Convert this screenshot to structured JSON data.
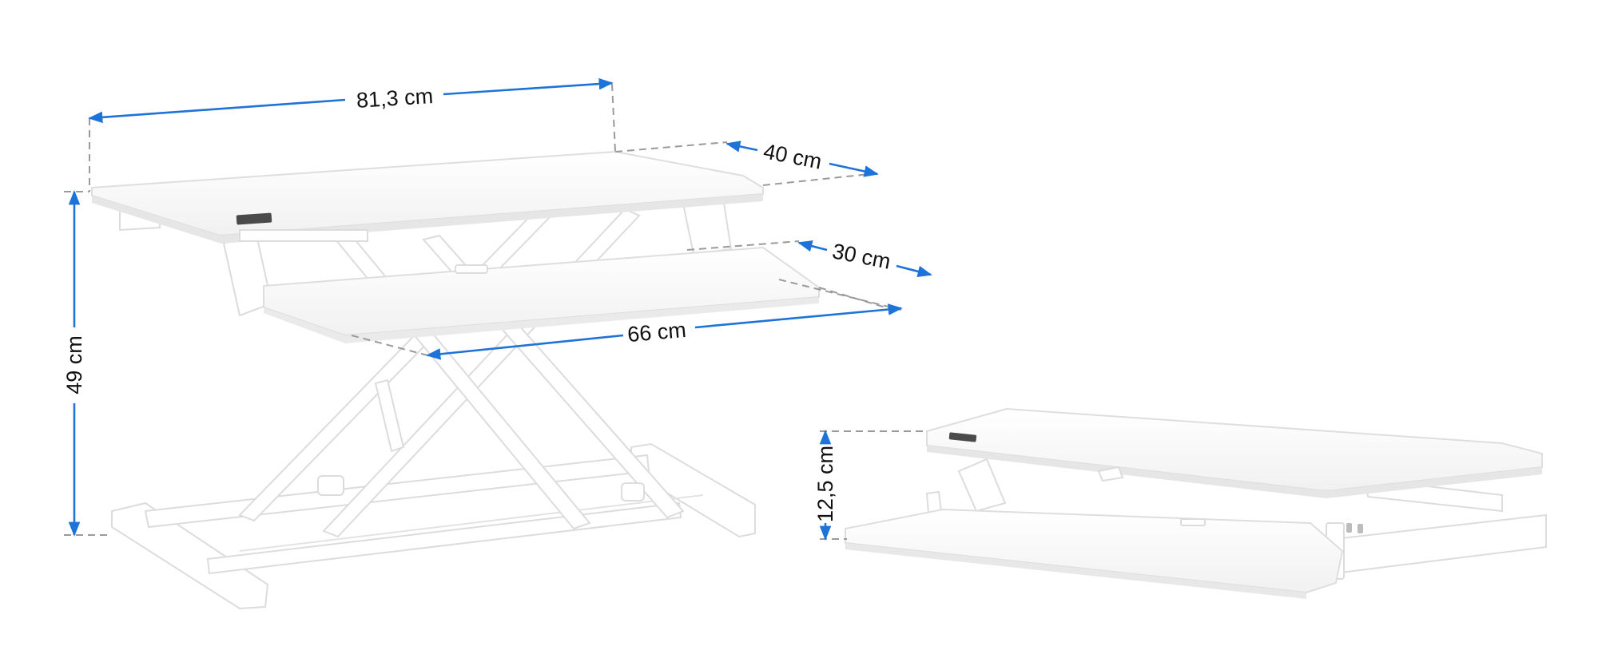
{
  "accent_color": "#1e73d8",
  "dimensions": {
    "width": "81,3 cm",
    "depth": "40 cm",
    "keyboard_depth": "30 cm",
    "keyboard_width": "66 cm",
    "height_max": "49 cm",
    "height_min": "12,5 cm"
  }
}
